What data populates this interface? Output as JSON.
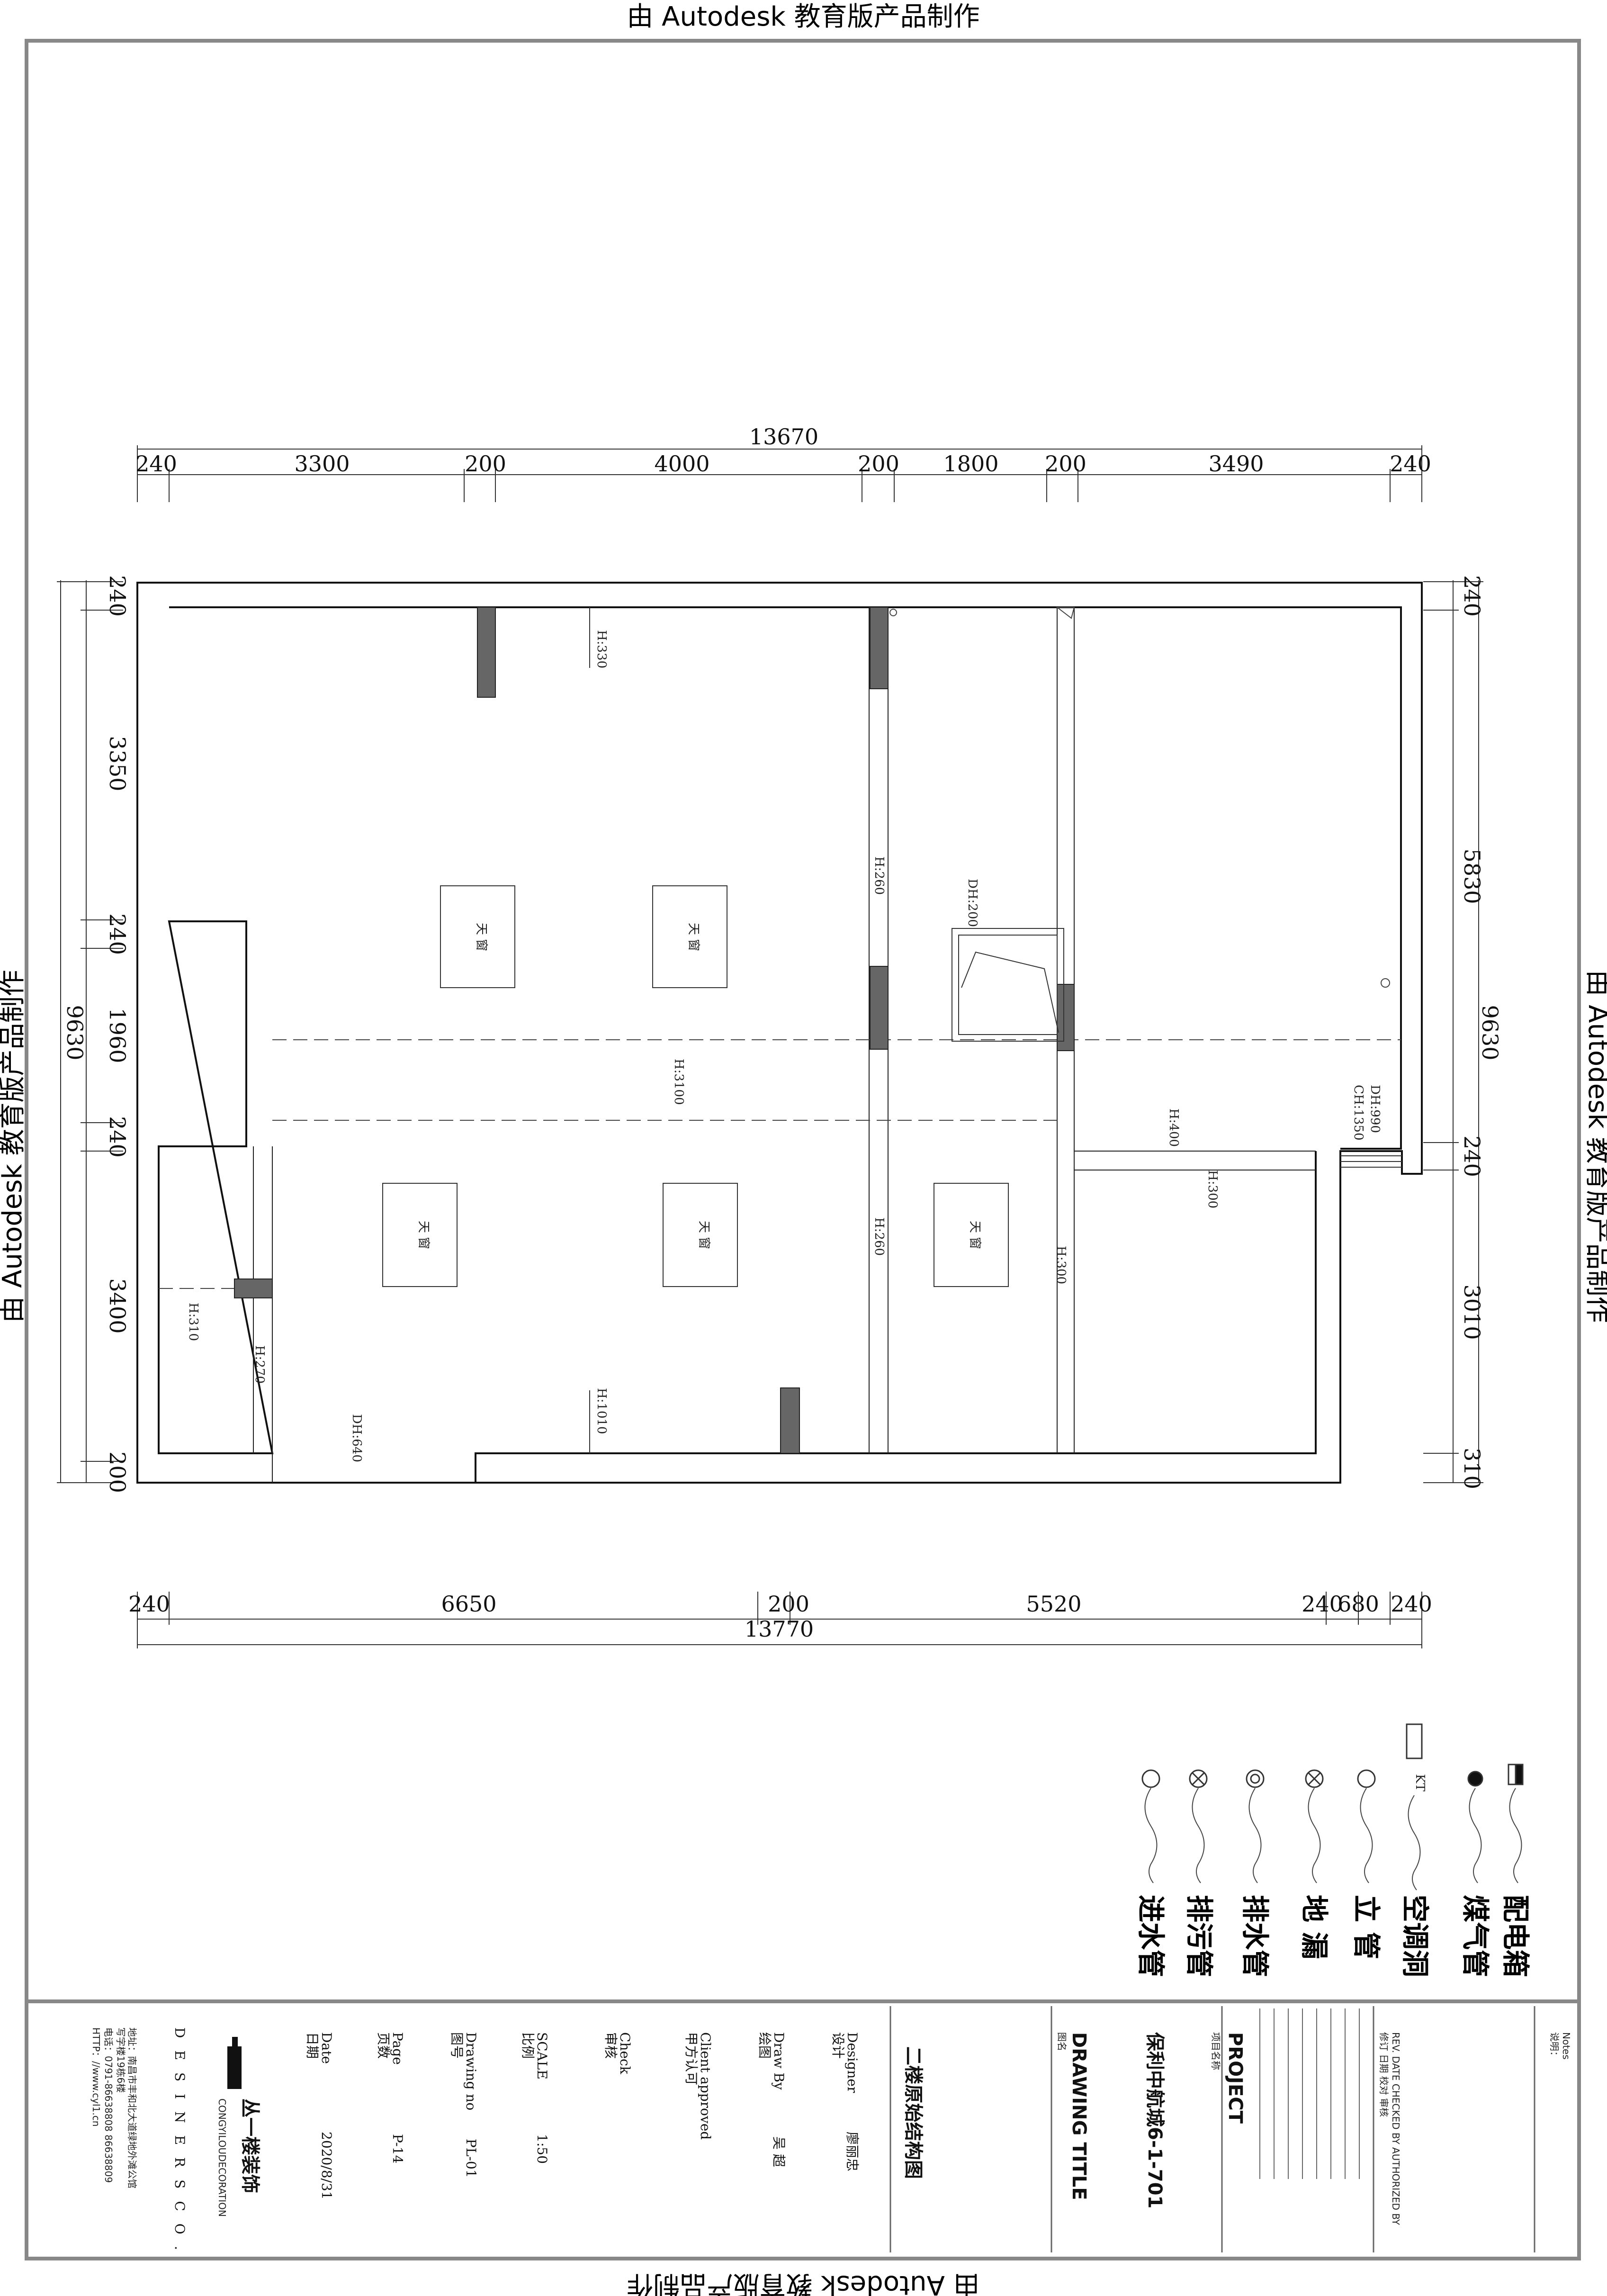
{
  "watermark": "由 Autodesk 教育版产品制作",
  "dims_top": {
    "total": "13670",
    "segments": [
      "240",
      "3300",
      "200",
      "4000",
      "200",
      "1800",
      "200",
      "3490",
      "240"
    ]
  },
  "dims_bottom": {
    "total": "13770",
    "segments": [
      "240",
      "6650",
      "200",
      "5520",
      "240",
      "680",
      "240"
    ]
  },
  "dims_left": {
    "total": "9630",
    "segments": [
      "240",
      "3350",
      "240",
      "1960",
      "240",
      "3400",
      "200"
    ]
  },
  "dims_right": {
    "total": "9630",
    "segments": [
      "240",
      "5830",
      "240",
      "3010",
      "310"
    ]
  },
  "labels": {
    "h330": "H:330",
    "h260a": "H:260",
    "h260b": "H:260",
    "dh200": "DH:200",
    "h3100": "H:3100",
    "dh990": "DH:990",
    "ch1350": "CH:1350",
    "h400": "H:400",
    "h300a": "H:300",
    "h300b": "H:300",
    "h310": "H:310",
    "h270": "H:270",
    "dh640": "DH:640",
    "h1010": "H:1010",
    "skylight": "天 窗"
  },
  "legend": {
    "distribution_box": "配电箱",
    "gas_pipe": "煤气管",
    "ac_hole": "空调洞",
    "ac_tag": "KT",
    "riser": "立 管",
    "floor_drain": "地 漏",
    "drain_pipe": "排水管",
    "sewage_pipe": "排污管",
    "inlet_pipe": "进水管"
  },
  "titleblock": {
    "company_cn": "丛一楼装饰",
    "company_en": "CONGYILOUDECORATION",
    "company_letters": "DESINERSCO.",
    "address": "地址：南昌市丰和北大道绿地外滩公馆",
    "address2": "写字楼19栋6楼",
    "phone": "电话：0791-86638808 86638809",
    "http": "HTTP：//www.cyl1.cn",
    "date_label": "Date",
    "date_cn": "日期",
    "date_value": "2020/8/31",
    "page_label": "Page",
    "page_cn": "页数",
    "page_value": "P-14",
    "drawing_no_label": "Drawing no",
    "drawing_no_cn": "图号",
    "drawing_no_value": "PL-01",
    "scale_label": "SCALE",
    "scale_cn": "比例",
    "scale_value": "1:50",
    "check_label": "Check",
    "check_cn": "审核",
    "client_label": "Client approved",
    "client_cn": "甲方认可",
    "draw_label": "Draw By",
    "draw_cn": "绘图",
    "draw_value": "吴 超",
    "designer_label": "Designer",
    "designer_cn": "设计",
    "designer_value": "廖丽忠",
    "drawing_name": "二楼原始结构图",
    "drawing_title_label": "DRAWING TITLE",
    "drawing_title_cn": "图名",
    "project_value": "保利中航城6-1-701",
    "project_label": "PROJECT",
    "project_cn": "项目名称",
    "rev_header": "REV.  DATE  CHECKED BY  AUTHORIZED BY",
    "rev_header_cn": "修订  日期    校对      审核",
    "notes_label": "Notes",
    "notes_cn": "说明："
  }
}
